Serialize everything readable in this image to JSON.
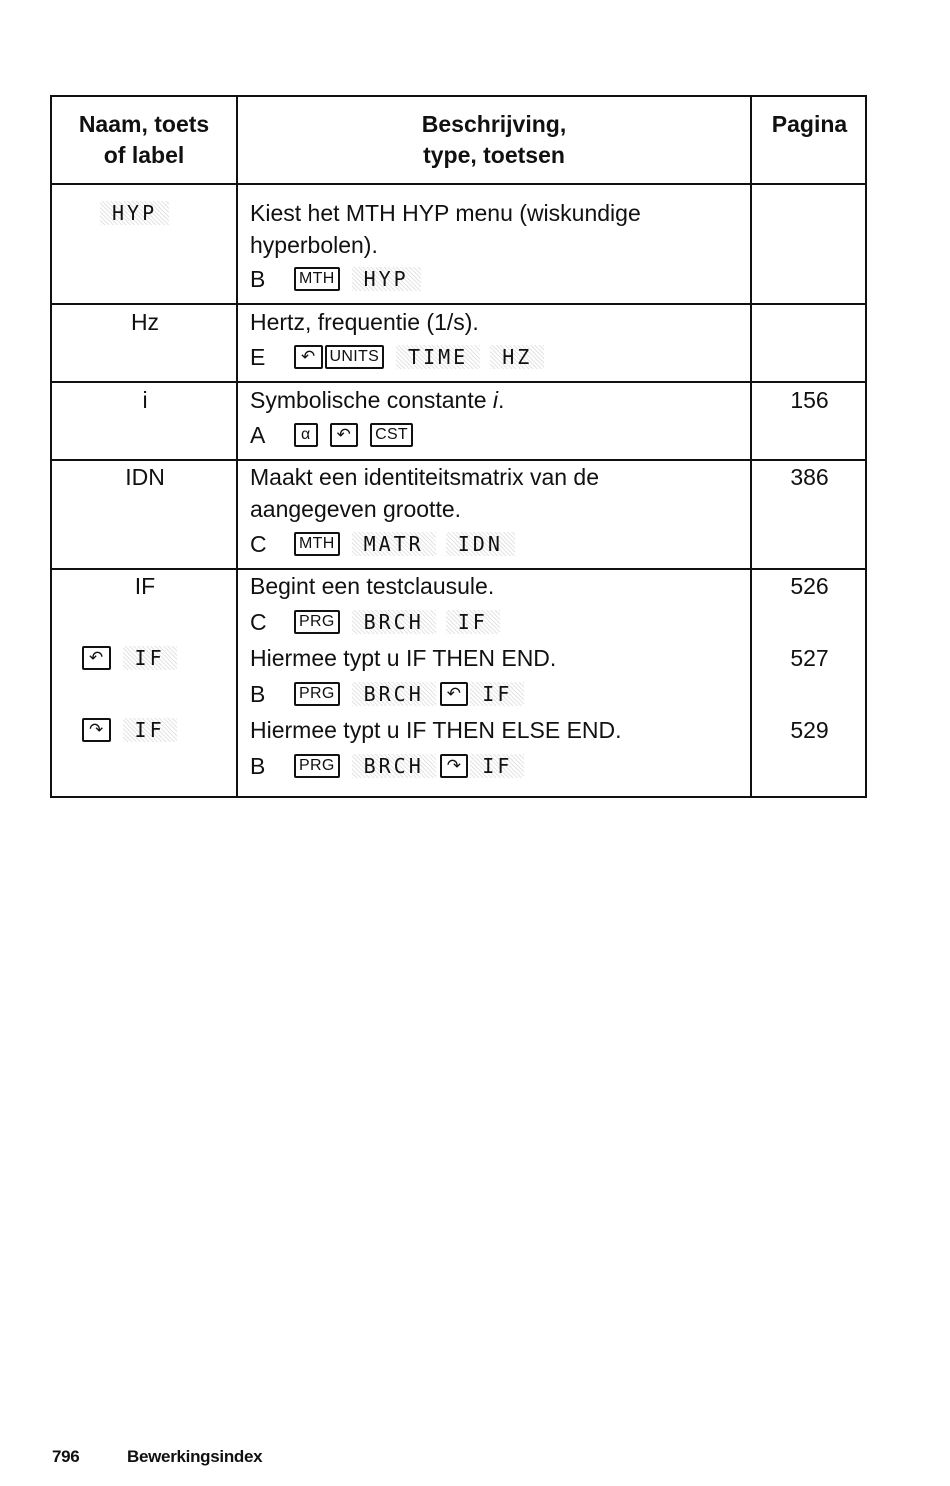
{
  "header": {
    "col1_line1": "Naam, toets",
    "col1_line2": "of label",
    "col2_line1": "Beschrijving,",
    "col2_line2": "type, toetsen",
    "col3": "Pagina"
  },
  "rows": [
    {
      "name_label": "HYP",
      "desc_line1": "Kiest het MTH HYP menu (wiskundige",
      "desc_line2": "hyperbolen).",
      "type": "B",
      "keys": [
        "MTH",
        "HYP"
      ],
      "page": ""
    },
    {
      "name": "Hz",
      "desc_line1": "Hertz, frequentie (1/s).",
      "type": "E",
      "keys": [
        "UNITS",
        "TIME",
        "HZ"
      ],
      "page": ""
    },
    {
      "name": "i",
      "desc_line1": "Symbolische constante ",
      "desc_italic": "i",
      "desc_end": ".",
      "type": "A",
      "keys": [
        "CST"
      ],
      "page": "156"
    },
    {
      "name": "IDN",
      "desc_line1": "Maakt een identiteitsmatrix van de",
      "desc_line2": "aangegeven grootte.",
      "type": "C",
      "keys": [
        "MTH",
        "MATR",
        "IDN"
      ],
      "page": "386"
    },
    {
      "name": "IF",
      "desc_line1": "Begint een testclausule.",
      "type": "C",
      "keys": [
        "PRG",
        "BRCH",
        "IF"
      ],
      "page": "526"
    },
    {
      "name_label": "IF",
      "desc_line1": "Hiermee typt u IF THEN END.",
      "type": "B",
      "keys": [
        "PRG",
        "BRCH",
        "IF"
      ],
      "page": "527"
    },
    {
      "name_label": "IF",
      "desc_line1": "Hiermee typt u IF THEN ELSE END.",
      "type": "B",
      "keys": [
        "PRG",
        "BRCH",
        "IF"
      ],
      "page": "529"
    }
  ],
  "icons": {
    "left_shift": "left-shift-arrow-icon",
    "right_shift": "right-shift-arrow-icon",
    "alpha": "alpha-icon"
  },
  "footer": {
    "page_number": "796",
    "section": "Bewerkingsindex"
  }
}
